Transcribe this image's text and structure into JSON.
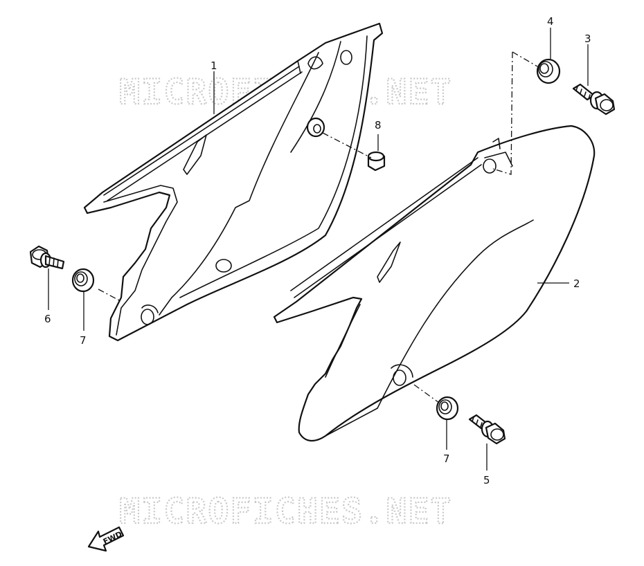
{
  "watermark": {
    "top_text": "MICROFICHES.NET",
    "bottom_text": "MICROFICHES.NET"
  },
  "callouts": [
    {
      "id": "c1",
      "label": "1"
    },
    {
      "id": "c2",
      "label": "2"
    },
    {
      "id": "c3",
      "label": "3"
    },
    {
      "id": "c4",
      "label": "4"
    },
    {
      "id": "c5",
      "label": "5"
    },
    {
      "id": "c6",
      "label": "6"
    },
    {
      "id": "c7a",
      "label": "7"
    },
    {
      "id": "c7b",
      "label": "7"
    },
    {
      "id": "c8",
      "label": "8"
    }
  ],
  "direction_indicator": {
    "label": "FWD",
    "icon": "arrow-left-down-icon"
  }
}
